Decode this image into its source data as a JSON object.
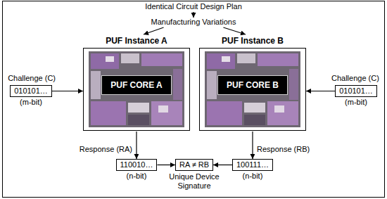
{
  "diagram": {
    "nodes": [
      {
        "text": [
          "Identical Circuit Design Plan"
        ]
      },
      {
        "text": [
          "Manufacturing Variations"
        ]
      },
      {
        "text": [
          "PUF Instance A"
        ]
      },
      {
        "text": [
          "PUF CORE A"
        ],
        "in": 2
      },
      {
        "text": [
          "PUF Instance B"
        ]
      },
      {
        "text": [
          "PUF CORE B"
        ],
        "in": 4
      },
      {
        "text": [
          "Challenge (C)",
          "010101…",
          "(m-bit)"
        ]
      },
      {
        "text": [
          "Challenge (C)",
          "010101…",
          "(m-bit)"
        ]
      },
      {
        "text": [
          "Response (RA)",
          "110010…",
          "(n-bit)"
        ]
      },
      {
        "text": [
          "Response (RB)",
          "100111…",
          "(n-bit)"
        ]
      },
      {
        "text": [
          "RA ≠ RB",
          "Unique Device Signature"
        ]
      }
    ],
    "edges": [
      {
        "from": 0,
        "to": 1,
        "arrow": "to"
      },
      {
        "from": 1,
        "to": 2,
        "arrow": "to"
      },
      {
        "from": 1,
        "to": 4,
        "arrow": "to"
      },
      {
        "from": 6,
        "to": 2,
        "arrow": "to"
      },
      {
        "from": 7,
        "to": 4,
        "arrow": "to"
      },
      {
        "from": 2,
        "to": 8,
        "arrow": "to"
      },
      {
        "from": 4,
        "to": 9,
        "arrow": "to"
      },
      {
        "from": 8,
        "to": 10,
        "arrow": "to"
      },
      {
        "from": 9,
        "to": 10,
        "arrow": "to"
      }
    ]
  }
}
